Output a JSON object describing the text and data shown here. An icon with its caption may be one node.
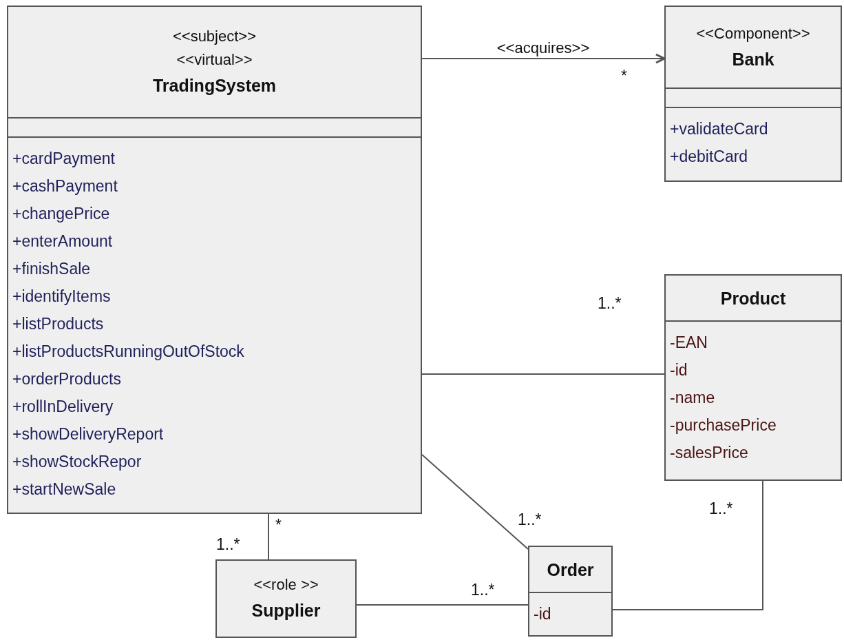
{
  "diagram": {
    "nodes": [
      {
        "text": [
          "<<subject>>",
          "<<virtual>>",
          "TradingSystem",
          "+cardPayment",
          "+cashPayment",
          "+changePrice",
          "+enterAmount",
          "+finishSale",
          "+identifyItems",
          "+listProducts",
          "+listProductsRunningOutOfStock",
          "+orderProducts",
          "+rollInDelivery",
          "+showDeliveryReport",
          "+showStockRepor",
          "+startNewSale"
        ]
      },
      {
        "text": [
          "<<Component>>",
          "Bank",
          "+validateCard",
          "+debitCard"
        ]
      },
      {
        "text": [
          "Product",
          "-EAN",
          "-id",
          "-name",
          "-purchasePrice",
          "-salesPrice"
        ]
      },
      {
        "text": [
          "<<role >>",
          "Supplier"
        ]
      },
      {
        "text": [
          "Order",
          "-id"
        ]
      }
    ],
    "edges": [
      {
        "from": 0,
        "to": 1,
        "arrow": "to",
        "label": "<<acquires>>"
      },
      {
        "from": 0,
        "to": 2,
        "arrow": "none"
      },
      {
        "from": 0,
        "to": 4,
        "arrow": "none"
      },
      {
        "from": 0,
        "to": 3,
        "arrow": "none"
      },
      {
        "from": 3,
        "to": 4,
        "arrow": "none"
      },
      {
        "from": 2,
        "to": 4,
        "arrow": "none"
      }
    ],
    "labels": [
      "*",
      "1..*",
      "1..*",
      "1..*",
      "*",
      "1..*",
      "1..*"
    ]
  }
}
